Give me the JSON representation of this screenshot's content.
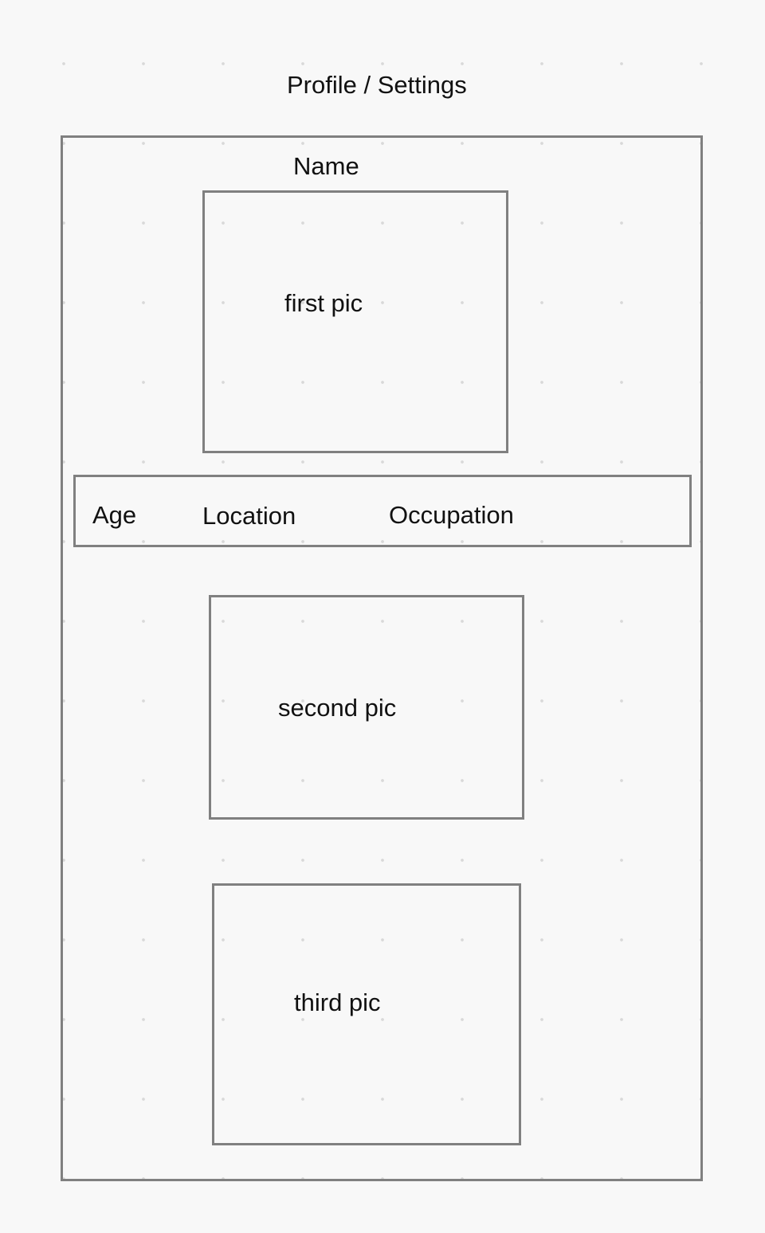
{
  "title": "Profile / Settings",
  "name_label": "Name",
  "pictures": {
    "first": "first pic",
    "second": "second pic",
    "third": "third pic"
  },
  "info_bar": {
    "age": "Age",
    "location": "Location",
    "occupation": "Occupation"
  }
}
